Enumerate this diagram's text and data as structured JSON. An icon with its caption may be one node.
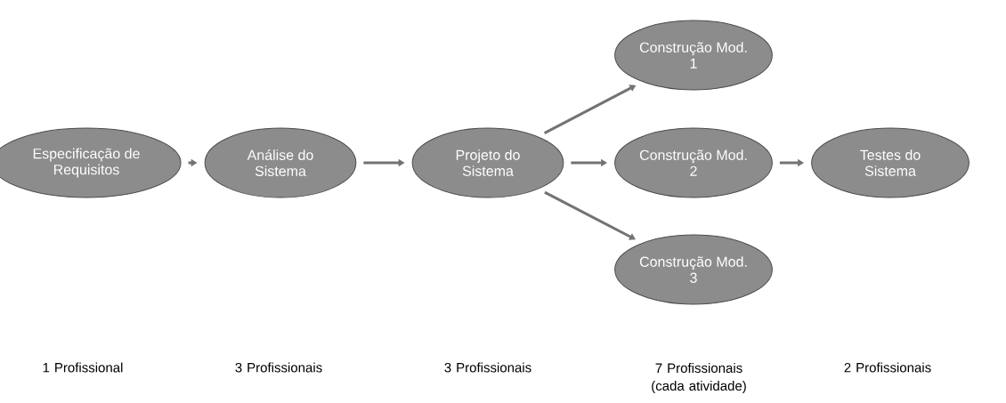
{
  "diagram": {
    "nodes": [
      {
        "text": [
          "Especificação de Requisitos"
        ]
      },
      {
        "text": [
          "Análise do Sistema"
        ]
      },
      {
        "text": [
          "Projeto do Sistema"
        ]
      },
      {
        "text": [
          "Construção Mod. 1"
        ]
      },
      {
        "text": [
          "Construção Mod. 2"
        ]
      },
      {
        "text": [
          "Construção Mod. 3"
        ]
      },
      {
        "text": [
          "Testes do Sistema"
        ]
      }
    ],
    "edges": [
      {
        "from": 0,
        "to": 1,
        "arrow": "to"
      },
      {
        "from": 1,
        "to": 2,
        "arrow": "to"
      },
      {
        "from": 2,
        "to": 3,
        "arrow": "to"
      },
      {
        "from": 2,
        "to": 4,
        "arrow": "to"
      },
      {
        "from": 2,
        "to": 5,
        "arrow": "to"
      },
      {
        "from": 4,
        "to": 6,
        "arrow": "to"
      }
    ],
    "labels": [
      "1 Profissional",
      "3 Profissionais",
      "3 Profissionais",
      "7 Profissionais (cada atividade)",
      "2 Profissionais"
    ]
  }
}
